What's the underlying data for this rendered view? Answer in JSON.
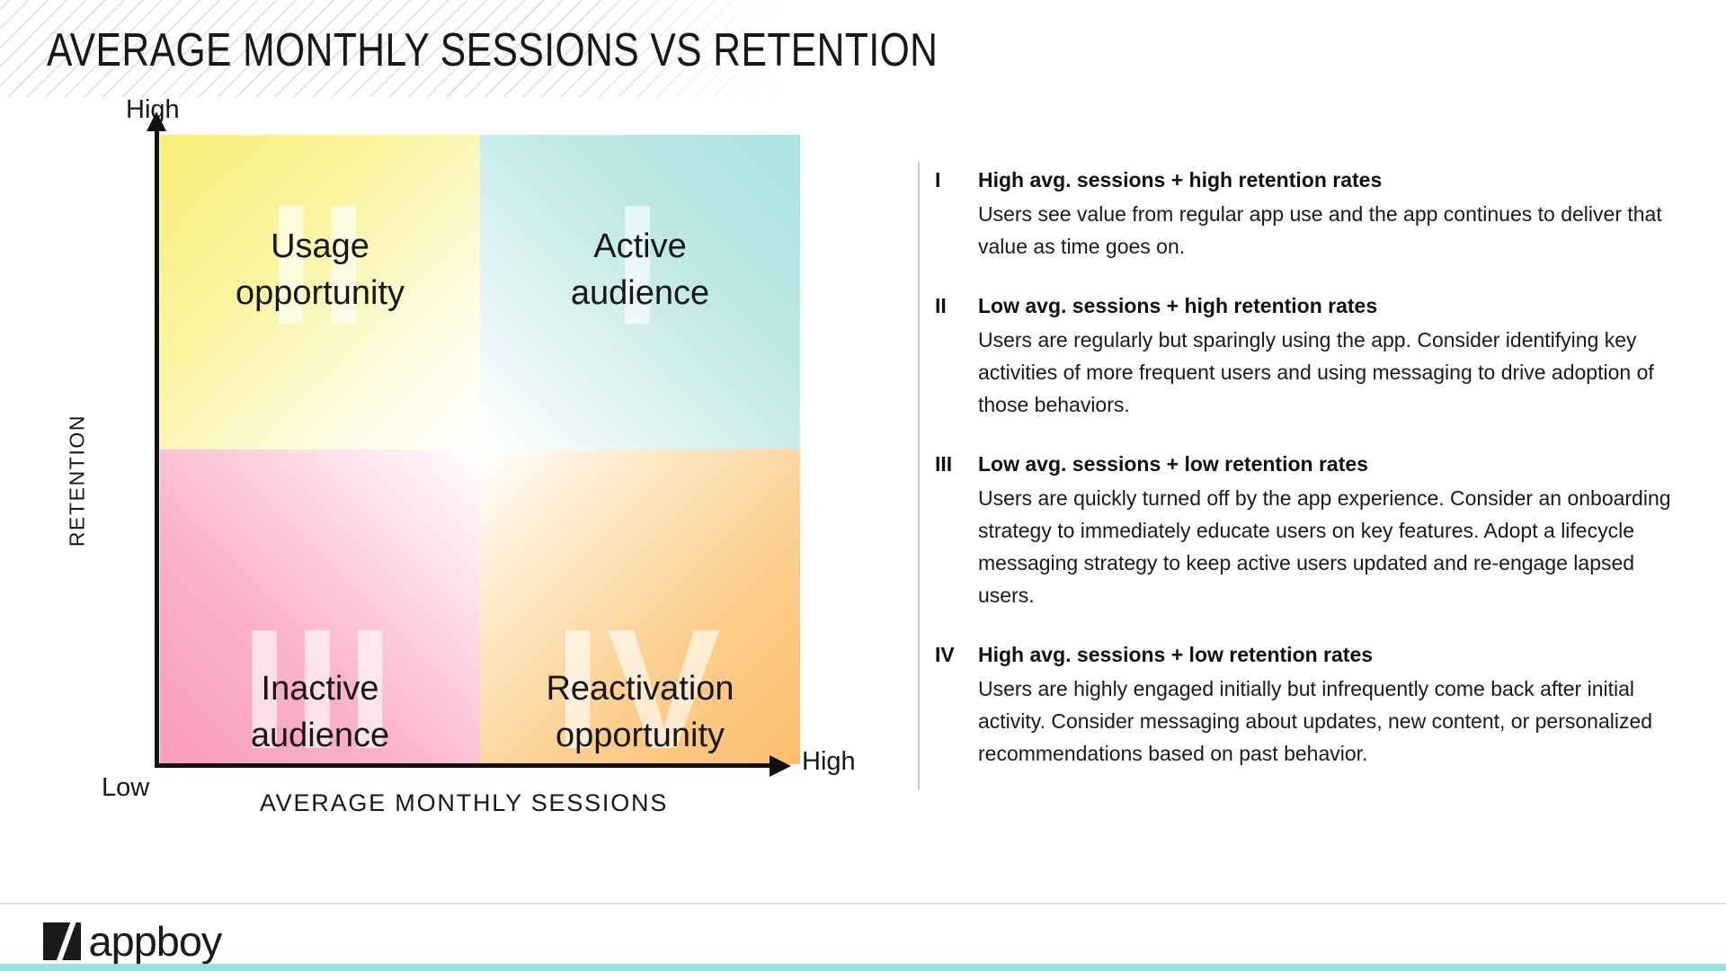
{
  "header": {
    "title": "AVERAGE MONTHLY SESSIONS VS RETENTION",
    "stripe_color": "#e4e4e4"
  },
  "chart_data": {
    "type": "matrix",
    "title": "AVERAGE MONTHLY SESSIONS VS RETENTION",
    "xlabel": "AVERAGE MONTHLY SESSIONS",
    "ylabel": "RETENTION",
    "x_axis_low": "Low",
    "x_axis_high": "High",
    "y_axis_high": "High",
    "grid": false,
    "legend": "none",
    "quadrants": [
      {
        "numeral": "I",
        "label_line1": "Active",
        "label_line2": "audience",
        "position": "top-right",
        "x_level": "high",
        "y_level": "high",
        "color": "#a9e3e0"
      },
      {
        "numeral": "II",
        "label_line1": "Usage",
        "label_line2": "opportunity",
        "position": "top-left",
        "x_level": "low",
        "y_level": "high",
        "color": "#f7ef78"
      },
      {
        "numeral": "III",
        "label_line1": "Inactive",
        "label_line2": "audience",
        "position": "bottom-left",
        "x_level": "low",
        "y_level": "low",
        "color": "#fa9cba"
      },
      {
        "numeral": "IV",
        "label_line1": "Reactivation",
        "label_line2": "opportunity",
        "position": "bottom-right",
        "x_level": "high",
        "y_level": "low",
        "color": "#fcbe6d"
      }
    ]
  },
  "insights": [
    {
      "numeral": "I",
      "heading": "High avg. sessions + high retention rates",
      "body": "Users see value from regular app use and the app continues to deliver that value as time goes on."
    },
    {
      "numeral": "II",
      "heading": "Low avg. sessions + high retention rates",
      "body": "Users are regularly but sparingly using the app. Consider identifying key activities of more frequent users and using messaging to drive adoption of those behaviors."
    },
    {
      "numeral": "III",
      "heading": "Low avg. sessions + low retention rates",
      "body": "Users are quickly turned off by the app experience. Consider an onboarding strategy to immediately educate users on key features. Adopt a lifecycle messaging strategy to keep active users updated and re-engage lapsed users."
    },
    {
      "numeral": "IV",
      "heading": "High avg. sessions + low retention rates",
      "body": "Users are highly engaged initially but infrequently come back after initial activity. Consider messaging about updates, new content, or personalized recommendations based on past behavior."
    }
  ],
  "footer": {
    "logo_text": "appboy",
    "accent_color": "#93e3de",
    "rule_color": "#dcdcdc"
  }
}
